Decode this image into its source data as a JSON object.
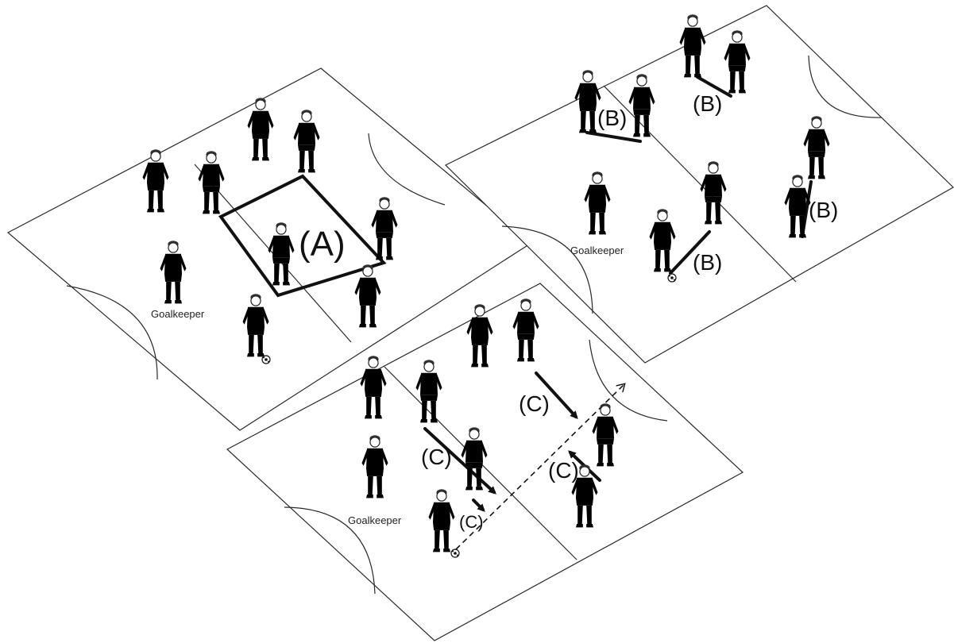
{
  "labels": {
    "a": "(A)",
    "b1": "(B)",
    "b2": "(B)",
    "b3": "(B)",
    "b4": "(B)",
    "c1": "(C)",
    "c2": "(C)",
    "c3": "(C)",
    "c4": "(C)",
    "goalkeeper1": "Goalkeeper",
    "goalkeeper2": "Goalkeeper",
    "goalkeeper3": "Goalkeeper"
  },
  "colors": {
    "line": "#2a2a2a",
    "vest": "#111111",
    "background": "#ffffff"
  },
  "icons": {
    "player": "player-figure-icon",
    "ball": "soccer-ball-icon"
  }
}
